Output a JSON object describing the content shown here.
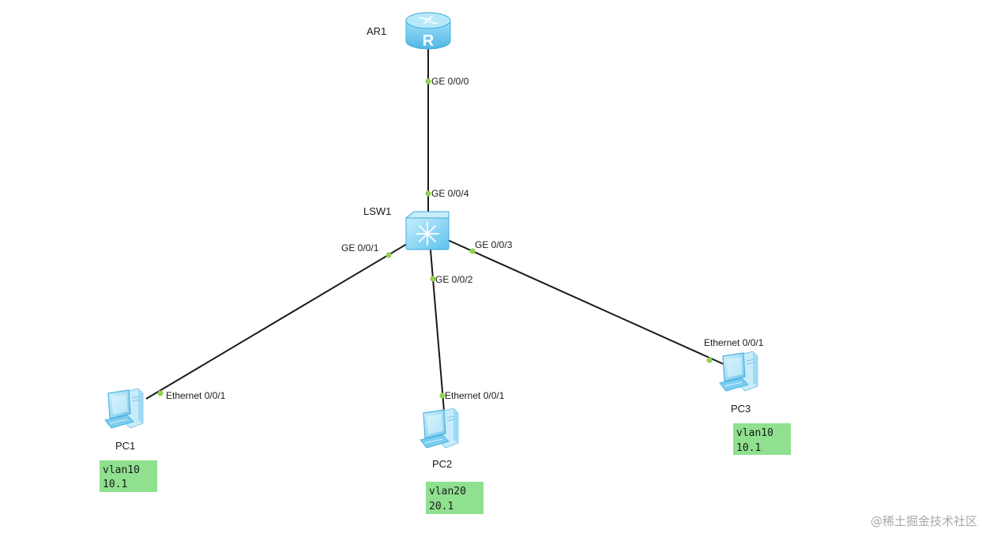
{
  "colors": {
    "link": "#1a1a1a",
    "port_dot": "#8fd14f",
    "note_bg": "#8fe08f",
    "router_body": "#6ecbf0",
    "router_top": "#a9e4f8",
    "switch_body": "#7fd3f3",
    "pc_screen": "#8fd8f5",
    "pc_body": "#b9e6f8",
    "watermark": "#a8a8a8"
  },
  "nodes": {
    "ar1": {
      "label": "AR1",
      "icon": "router-icon",
      "glyph": "R"
    },
    "lsw1": {
      "label": "LSW1",
      "icon": "switch-icon"
    },
    "pc1": {
      "label": "PC1",
      "icon": "pc-icon"
    },
    "pc2": {
      "label": "PC2",
      "icon": "pc-icon"
    },
    "pc3": {
      "label": "PC3",
      "icon": "pc-icon"
    }
  },
  "links": [
    {
      "from": "AR1",
      "to": "LSW1",
      "from_port": "GE 0/0/0",
      "to_port": "GE 0/0/4"
    },
    {
      "from": "LSW1",
      "to": "PC1",
      "from_port": "GE 0/0/1",
      "to_port": "Ethernet 0/0/1"
    },
    {
      "from": "LSW1",
      "to": "PC2",
      "from_port": "GE 0/0/2",
      "to_port": "Ethernet 0/0/1"
    },
    {
      "from": "LSW1",
      "to": "PC3",
      "from_port": "GE 0/0/3",
      "to_port": "Ethernet 0/0/1"
    }
  ],
  "notes": {
    "pc1": {
      "line1": "vlan10",
      "line2": "10.1"
    },
    "pc2": {
      "line1": "vlan20",
      "line2": "20.1"
    },
    "pc3": {
      "line1": "vlan10",
      "line2": "10.1"
    }
  },
  "watermark": "@稀土掘金技术社区"
}
